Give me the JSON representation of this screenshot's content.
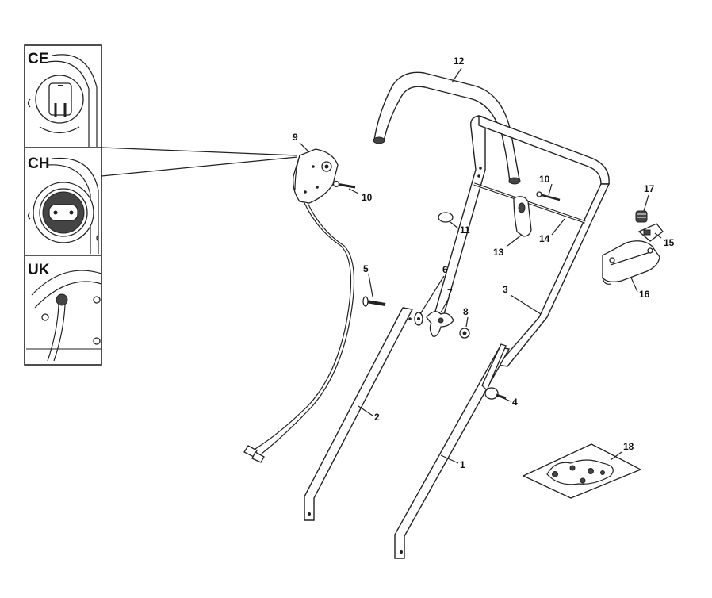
{
  "plug_panels": [
    {
      "label": "CE"
    },
    {
      "label": "CH"
    },
    {
      "label": "UK"
    }
  ],
  "callouts": [
    "1",
    "2",
    "3",
    "4",
    "5",
    "6",
    "7",
    "8",
    "9",
    "10",
    "10",
    "11",
    "12",
    "13",
    "14",
    "15",
    "16",
    "17",
    "18"
  ],
  "colors": {
    "line": "#222222",
    "background": "#ffffff"
  }
}
